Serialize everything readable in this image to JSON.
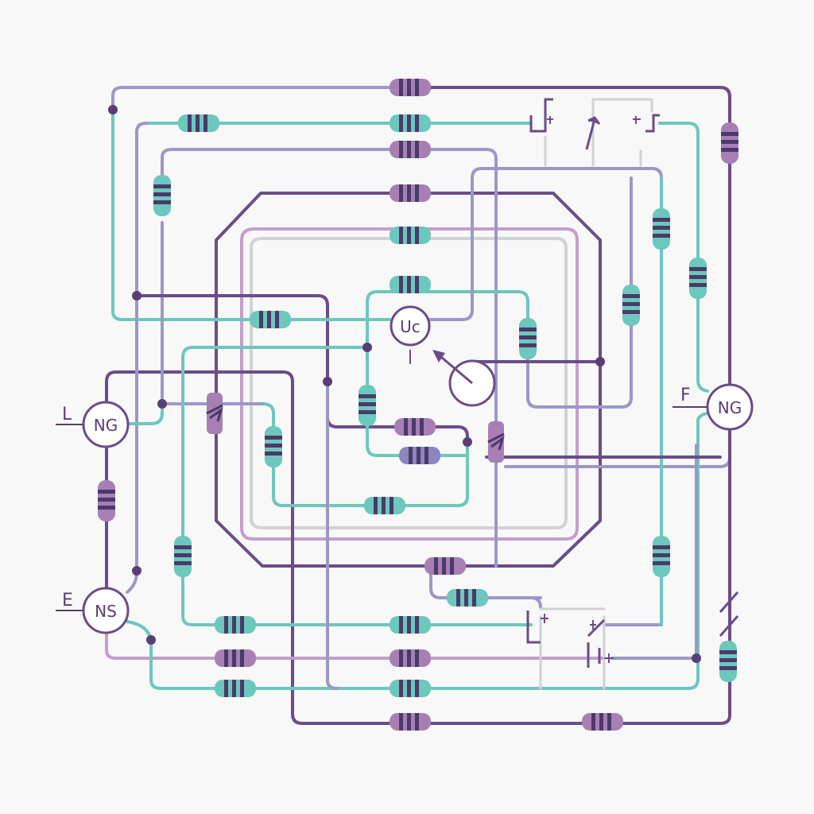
{
  "diagram": {
    "colors": {
      "background": "#f7f8f7",
      "purple_dark": "#6b4c8a",
      "purple_light": "#c49dcc",
      "lavender": "#9b98c8",
      "teal": "#6cc7bd",
      "gray": "#cfd2d6",
      "resistor_teal": "#6cc7bd",
      "resistor_purple": "#a87fb5",
      "resistor_band": "#4a3a6a"
    },
    "terminals": [
      {
        "id": "L",
        "label": "L"
      },
      {
        "id": "E",
        "label": "E"
      },
      {
        "id": "F",
        "label": "F"
      }
    ],
    "generators": [
      {
        "id": "ng-left",
        "text": "NG"
      },
      {
        "id": "ns-left",
        "text": "NS"
      },
      {
        "id": "ng-right",
        "text": "NG"
      }
    ],
    "meters": [
      {
        "id": "uc",
        "text": "Uc"
      },
      {
        "id": "gauge",
        "text": ""
      }
    ],
    "icons": [
      "switch-icon",
      "diode-icon",
      "battery-icon",
      "meter-icon",
      "resistor-icon"
    ]
  }
}
